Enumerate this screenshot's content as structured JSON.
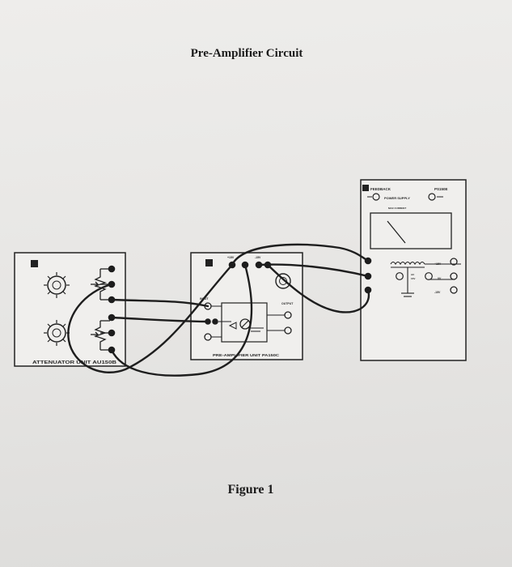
{
  "document": {
    "title": "Pre-Amplifier Circuit",
    "caption": "Figure 1"
  },
  "attenuator": {
    "label": "ATTENUATOR UNIT AU150B"
  },
  "preamp": {
    "label": "PRE-AMPLIFIER UNIT PA150C",
    "small_labels": [
      "+15V",
      "-15V",
      "INPUT",
      "OUTPUT"
    ]
  },
  "power_supply": {
    "brand": "FEEDBACK",
    "model": "PS150E",
    "label": "POWER SUPPLY",
    "terminals": [
      "+15V",
      "0V",
      "-15V"
    ],
    "small_labels": [
      "MAX CURRENT",
      "AC",
      "15V"
    ]
  }
}
